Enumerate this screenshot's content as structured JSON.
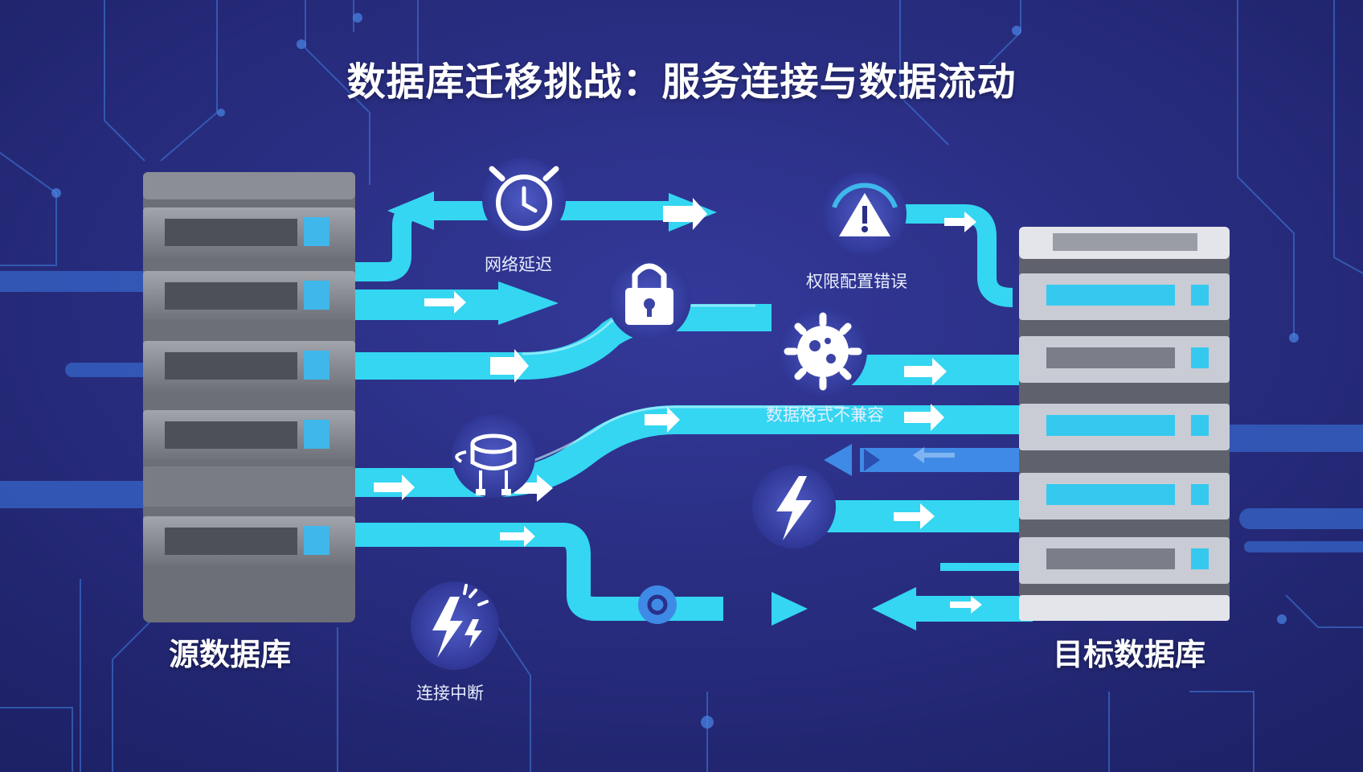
{
  "title": "数据库迁移挑战：服务连接与数据流动",
  "source": {
    "label": "源数据库"
  },
  "target": {
    "label": "目标数据库"
  },
  "challenges": [
    {
      "label": "网络延迟",
      "icon": "alarm-clock-icon"
    },
    {
      "label": "",
      "icon": "padlock-icon"
    },
    {
      "label": "权限配置错误",
      "icon": "warning-triangle-icon"
    },
    {
      "label": "数据格式不兼容",
      "icon": "virus-gear-icon"
    },
    {
      "label": "",
      "icon": "database-cable-icon"
    },
    {
      "label": "",
      "icon": "lightning-icon"
    },
    {
      "label": "连接中断",
      "icon": "broken-lightning-icon"
    }
  ],
  "colors": {
    "background": "#262a78",
    "pipe": "#34d6f2",
    "circuit": "#3f7fe0",
    "server_body": "#8b8d96",
    "target_server": "#c9ccd4",
    "led": "#35c9ef"
  }
}
